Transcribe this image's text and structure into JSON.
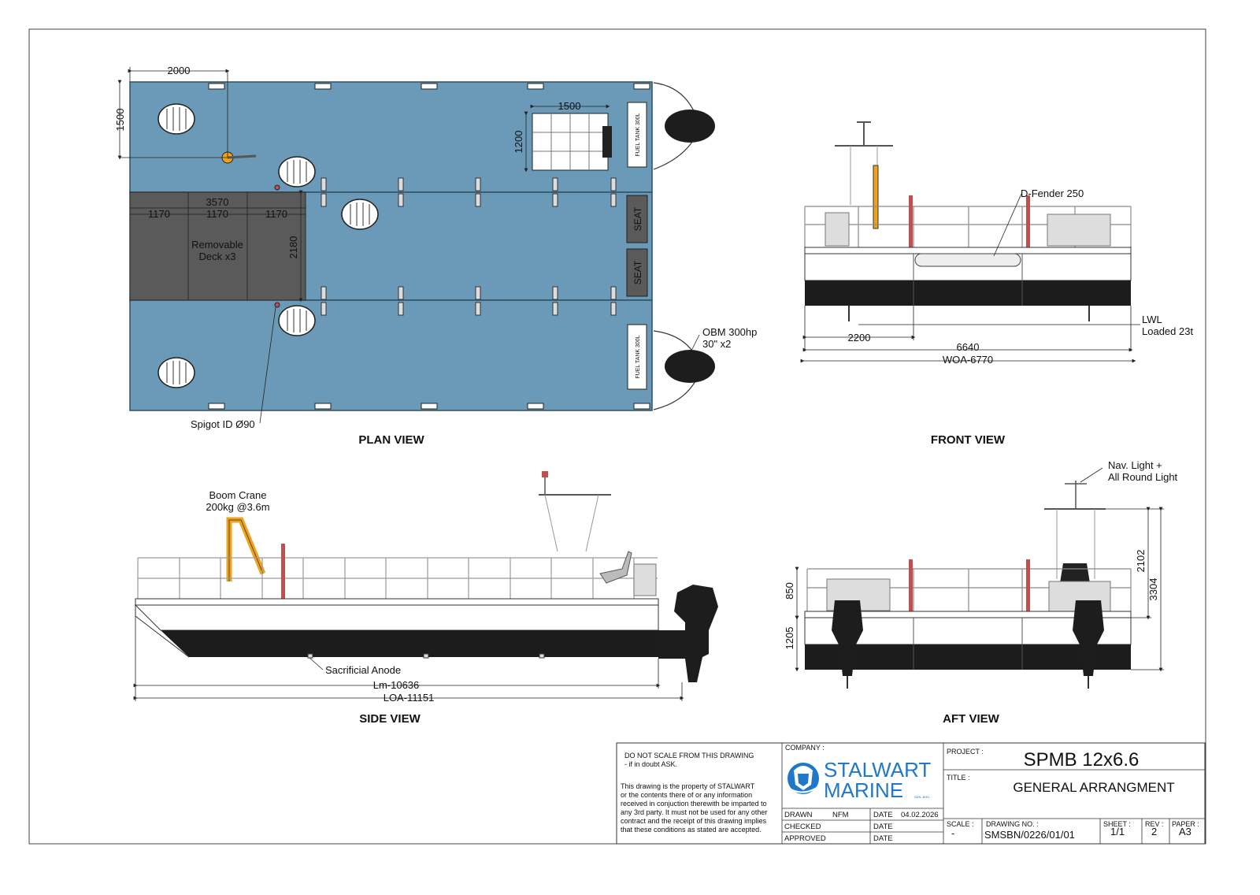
{
  "plan_view": {
    "title": "PLAN VIEW",
    "dims": {
      "width_2000": "2000",
      "height_1500": "1500",
      "deck_3570": "3570",
      "panel_a": "1170",
      "panel_b": "1170",
      "panel_c": "1170",
      "deck_2180": "2180",
      "hatch_1500": "1500",
      "hatch_1200": "1200"
    },
    "removable_deck_line1": "Removable",
    "removable_deck_line2": "Deck x3",
    "seat_1": "SEAT",
    "seat_2": "SEAT",
    "fuel_tank_top": "FUEL TANK 300L",
    "fuel_tank_bottom": "FUEL TANK 300L",
    "spigot": "Spigot ID Ø90",
    "obm_line1": "OBM 300hp",
    "obm_line2": "30\" x2"
  },
  "front_view": {
    "title": "FRONT VIEW",
    "d_fender": "D-Fender 250",
    "lwl_line1": "LWL",
    "lwl_line2": "Loaded 23t",
    "dim_2200": "2200",
    "dim_6640": "6640",
    "dim_woa": "WOA-6770"
  },
  "side_view": {
    "title": "SIDE VIEW",
    "crane_line1": "Boom Crane",
    "crane_line2": "200kg @3.6m",
    "anode": "Sacrificial Anode",
    "dim_lm": "Lm-10636",
    "dim_loa": "LOA-11151"
  },
  "aft_view": {
    "title": "AFT VIEW",
    "nav_line1": "Nav. Light +",
    "nav_line2": "All Round Light",
    "dim_850": "850",
    "dim_1205": "1205",
    "dim_2102": "2102",
    "dim_3304": "3304"
  },
  "title_block": {
    "warning_line1": "DO NOT SCALE FROM THIS DRAWING",
    "warning_line2": "- if in doubt ASK.",
    "disclaimer": [
      "This drawing is the property of STALWART",
      "or the contents there of or any information",
      "received in conjuction therewith be imparted to",
      "any 3rd party. It must not be used for any other",
      "contract and the receipt of this drawing implies",
      "that these conditions as stated are accepted."
    ],
    "company_label": "COMPANY :",
    "company_line1": "STALWART",
    "company_line2": "MARINE",
    "company_suffix": "SDN. BHD.",
    "drawn_label": "DRAWN",
    "drawn_value": "NFM",
    "drawn_date_label": "DATE",
    "drawn_date": "04.02.2026",
    "checked_label": "CHECKED",
    "checked_date_label": "DATE",
    "approved_label": "APPROVED",
    "approved_date_label": "DATE",
    "project_label": "PROJECT :",
    "project_value": "SPMB 12x6.6",
    "title_label": "TITLE :",
    "title_value": "GENERAL ARRANGMENT",
    "scale_label": "SCALE :",
    "scale_value": "-",
    "drawing_no_label": "DRAWING NO. :",
    "drawing_no_value": "SMSBN/0226/01/01",
    "sheet_label": "SHEET :",
    "sheet_value": "1/1",
    "rev_label": "REV :",
    "rev_value": "2",
    "paper_label": "PAPER :",
    "paper_value": "A3"
  },
  "colors": {
    "deck_blue": "#6a9ab7",
    "removable_deck": "#5a5a5a",
    "hull_black": "#1c1c1c",
    "crane_yellow": "#f0a21c",
    "fender_red": "#c0504d",
    "logo_blue": "#1f78c8"
  }
}
